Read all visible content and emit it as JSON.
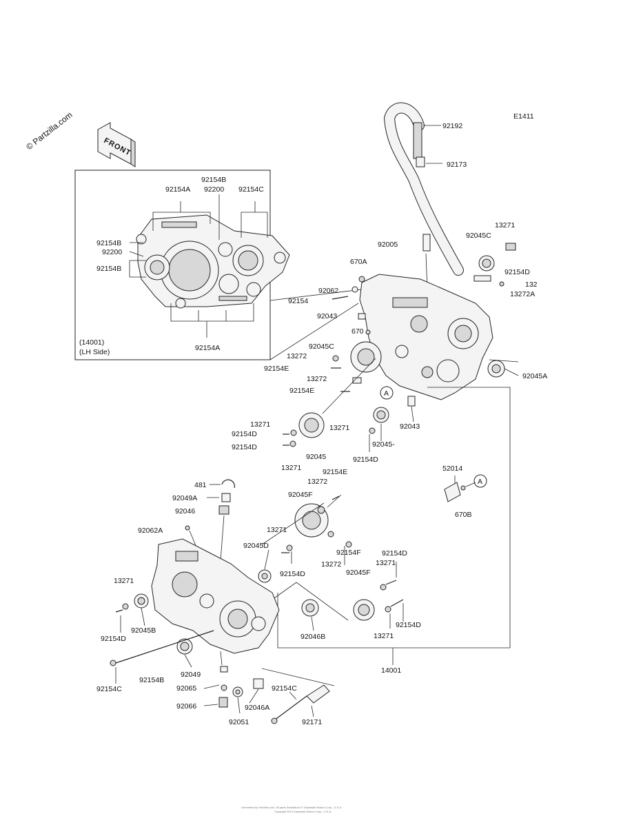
{
  "watermark": "© Partzilla.com",
  "front_label": "FRONT",
  "diagram_code": "E1411",
  "inset_caption": [
    "(14001)",
    "(LH Side)"
  ],
  "callouts": {
    "inset_92154B_top": "92154B",
    "inset_92154A_top": "92154A",
    "inset_92200_top": "92200",
    "inset_92154C_top": "92154C",
    "inset_92154B_left": "92154B",
    "inset_92200_left": "92200",
    "inset_92154B_left2": "92154B",
    "inset_92154A_bottom": "92154A",
    "p92192": "92192",
    "p92173": "92173",
    "p13271_tr": "13271",
    "p92005": "92005",
    "p92045C_tr": "92045C",
    "p670A": "670A",
    "p92154D_tr": "92154D",
    "p132_tr": "132",
    "p92062": "92062",
    "p13272A": "13272A",
    "p92154_r": "92154",
    "p92043_top": "92043",
    "p670": "670",
    "p92045C_mid": "92045C",
    "p13272_mid": "13272",
    "p92154E_1": "92154E",
    "p13272_mid2": "13272",
    "p92045A_r": "92045A",
    "p92154E_2": "92154E",
    "circleA_1": "A",
    "p92043_mid": "92043",
    "p13271_l1": "13271",
    "p92154D_l1": "92154D",
    "p13271_m1": "13271",
    "p92045_minus": "92045-",
    "p92154D_l2": "92154D",
    "p92045_l": "92045",
    "p92154D_m1": "92154D",
    "p13271_l2": "13271",
    "p92154E_3": "92154E",
    "p52014": "52014",
    "p13272_low": "13272",
    "circleA_2": "A",
    "p481": "481",
    "p92045F_top": "92045F",
    "p92049A": "92049A",
    "p92046": "92046",
    "p670B": "670B",
    "p92062A": "92062A",
    "p13271_lm": "13271",
    "p92154F": "92154F",
    "p92154D_r2": "92154D",
    "p92045D": "92045D",
    "p13272_low2": "13272",
    "p13271_r2": "13271",
    "p92154D_m2": "92154D",
    "p92045F_low": "92045F",
    "p13271_left": "13271",
    "p92154D_left": "92154D",
    "p92045B": "92045B",
    "p92046B": "92046B",
    "p92154D_r3": "92154D",
    "p13271_r3": "13271",
    "p14001": "14001",
    "p92154C_l": "92154C",
    "p92154B_low": "92154B",
    "p92049": "92049",
    "p92065": "92065",
    "p92154C_low": "92154C",
    "p92066": "92066",
    "p92046A": "92046A",
    "p92051": "92051",
    "p92171": "92171"
  },
  "footer_lines": [
    "Generated by Partzilla.com. All parts illustrations © Kawasaki Motors Corp., U.S.A.",
    "Copyright 2014 Kawasaki Motors Corp., U.S.A."
  ]
}
